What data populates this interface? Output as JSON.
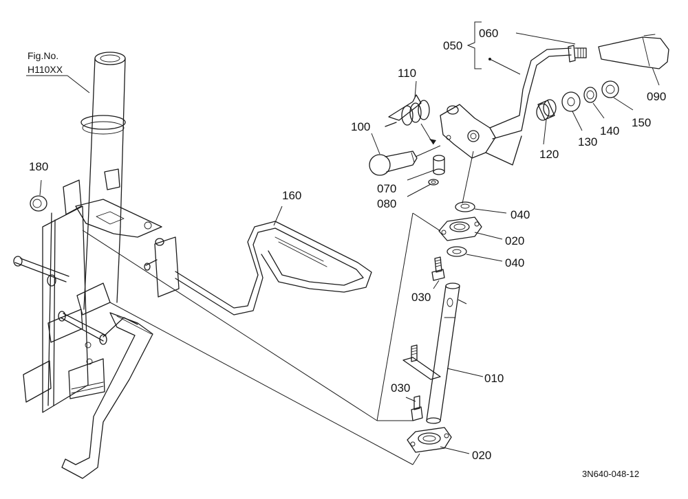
{
  "figure": {
    "fig_label": "Fig.No.",
    "fig_number": "H110XX",
    "drawing_ref": "3N640-048-12"
  },
  "parts": {
    "p010": "010",
    "p020a": "020",
    "p020b": "020",
    "p030a": "030",
    "p030b": "030",
    "p040a": "040",
    "p040b": "040",
    "p050": "050",
    "p060": "060",
    "p070": "070",
    "p080": "080",
    "p090": "090",
    "p100": "100",
    "p110": "110",
    "p120": "120",
    "p130": "130",
    "p140": "140",
    "p150": "150",
    "p160": "160",
    "p180": "180"
  },
  "colors": {
    "ink": "#1a1a1a",
    "paper": "#ffffff"
  }
}
